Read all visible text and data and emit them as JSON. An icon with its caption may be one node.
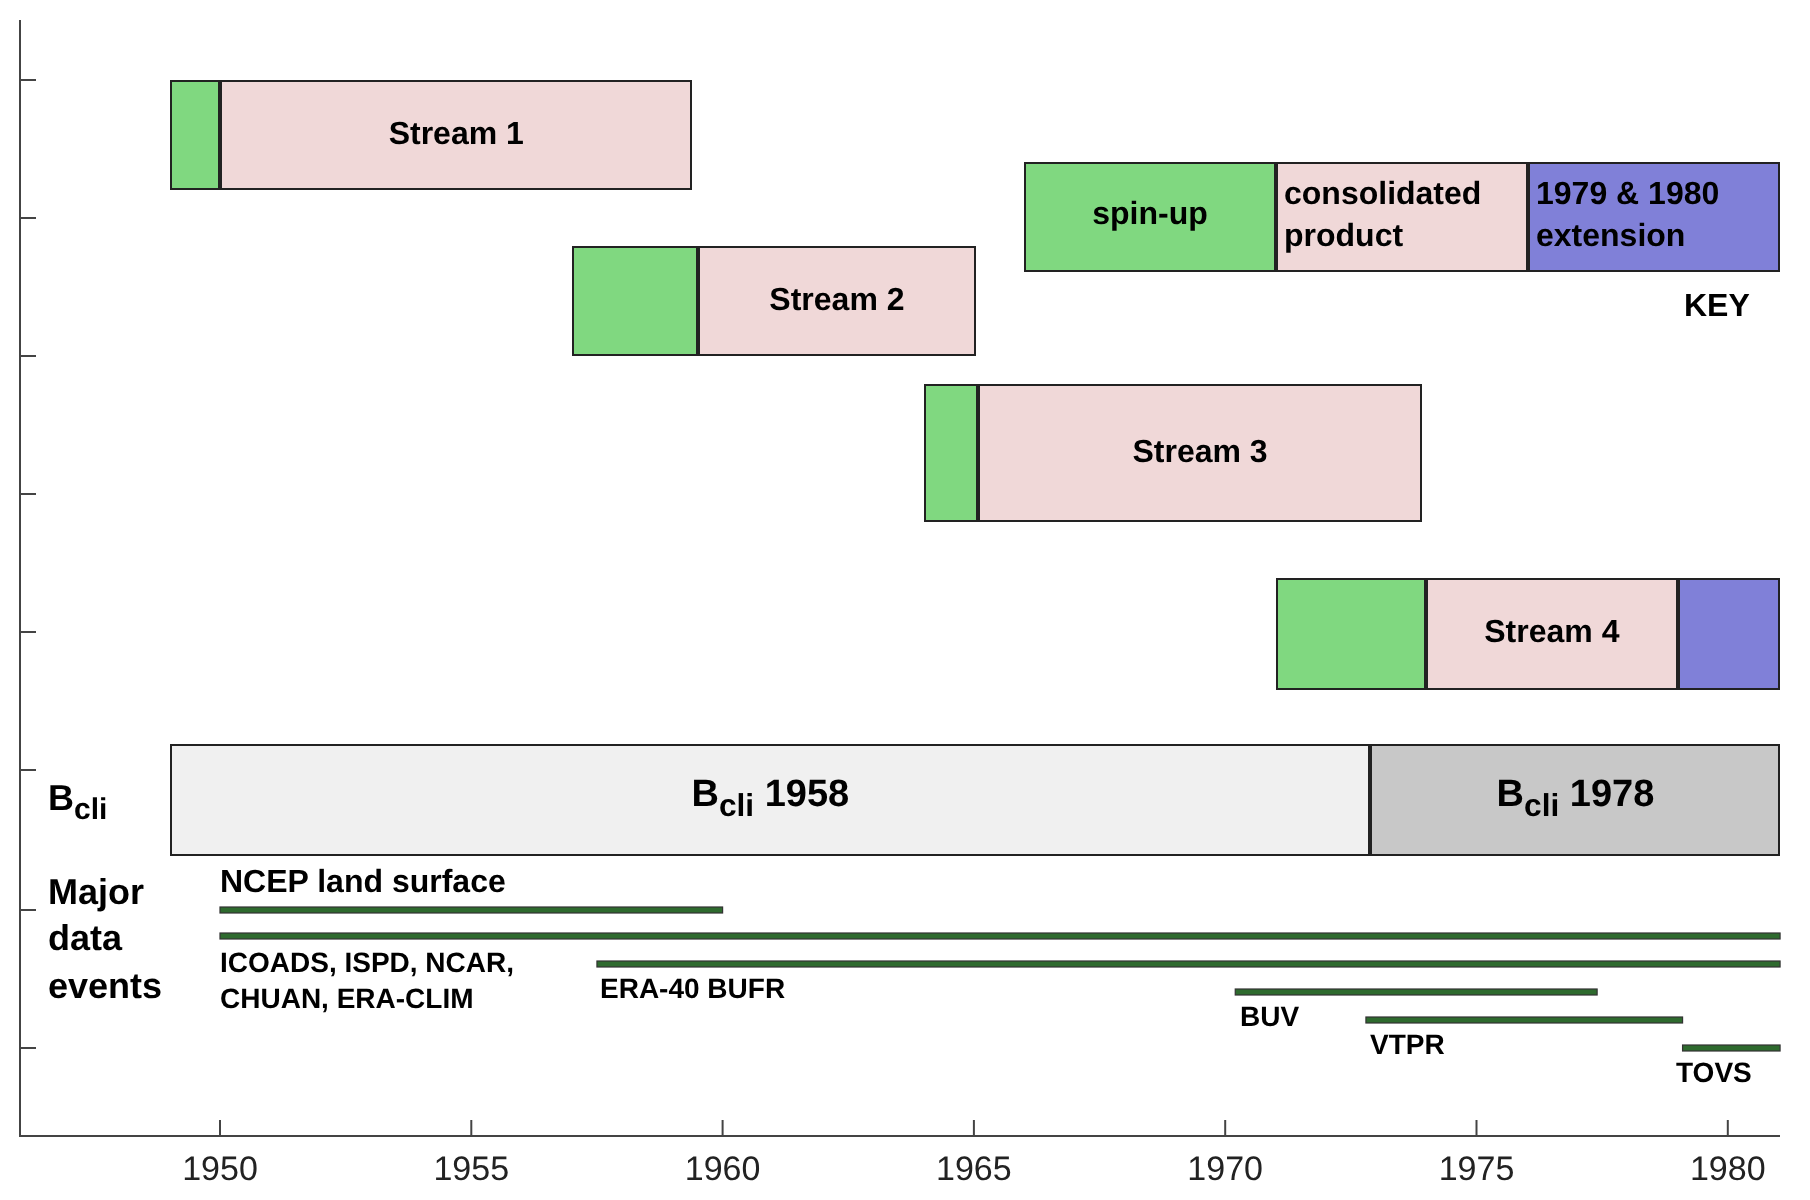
{
  "diagram": {
    "nodes": [
      {
        "text": [],
        "shape": "box"
      },
      {
        "text": [
          "Stream 1"
        ]
      },
      {
        "text": [],
        "shape": "box"
      },
      {
        "text": [
          "Stream 2"
        ]
      },
      {
        "text": [],
        "shape": "box"
      },
      {
        "text": [
          "Stream 3"
        ]
      },
      {
        "text": [],
        "shape": "box"
      },
      {
        "text": [
          "Stream 4"
        ]
      },
      {
        "text": [],
        "shape": "box"
      },
      {
        "text": [
          "B$_{cli}$ 1958"
        ]
      },
      {
        "text": [
          "B$_{cli}$ 1978"
        ]
      }
    ],
    "labels": [
      "KEY",
      "B$_{cli}$",
      "Major data events",
      "NCEP land surface",
      "ICOADS, ISPD, NCAR, CHUAN, ERA-CLIM",
      "ERA-40 BUFR",
      "BUV",
      "VTPR",
      "TOVS",
      "1950",
      "1955",
      "1960",
      "1965",
      "1970",
      "1975",
      "1980"
    ],
    "legend": [
      {
        "text": "spin-up",
        "color": "#80d880"
      },
      {
        "text": "consolidated product",
        "color": "#f0d8d8"
      },
      {
        "text": "1979 & 1980 extension",
        "color": "#8080d8"
      }
    ]
  }
}
